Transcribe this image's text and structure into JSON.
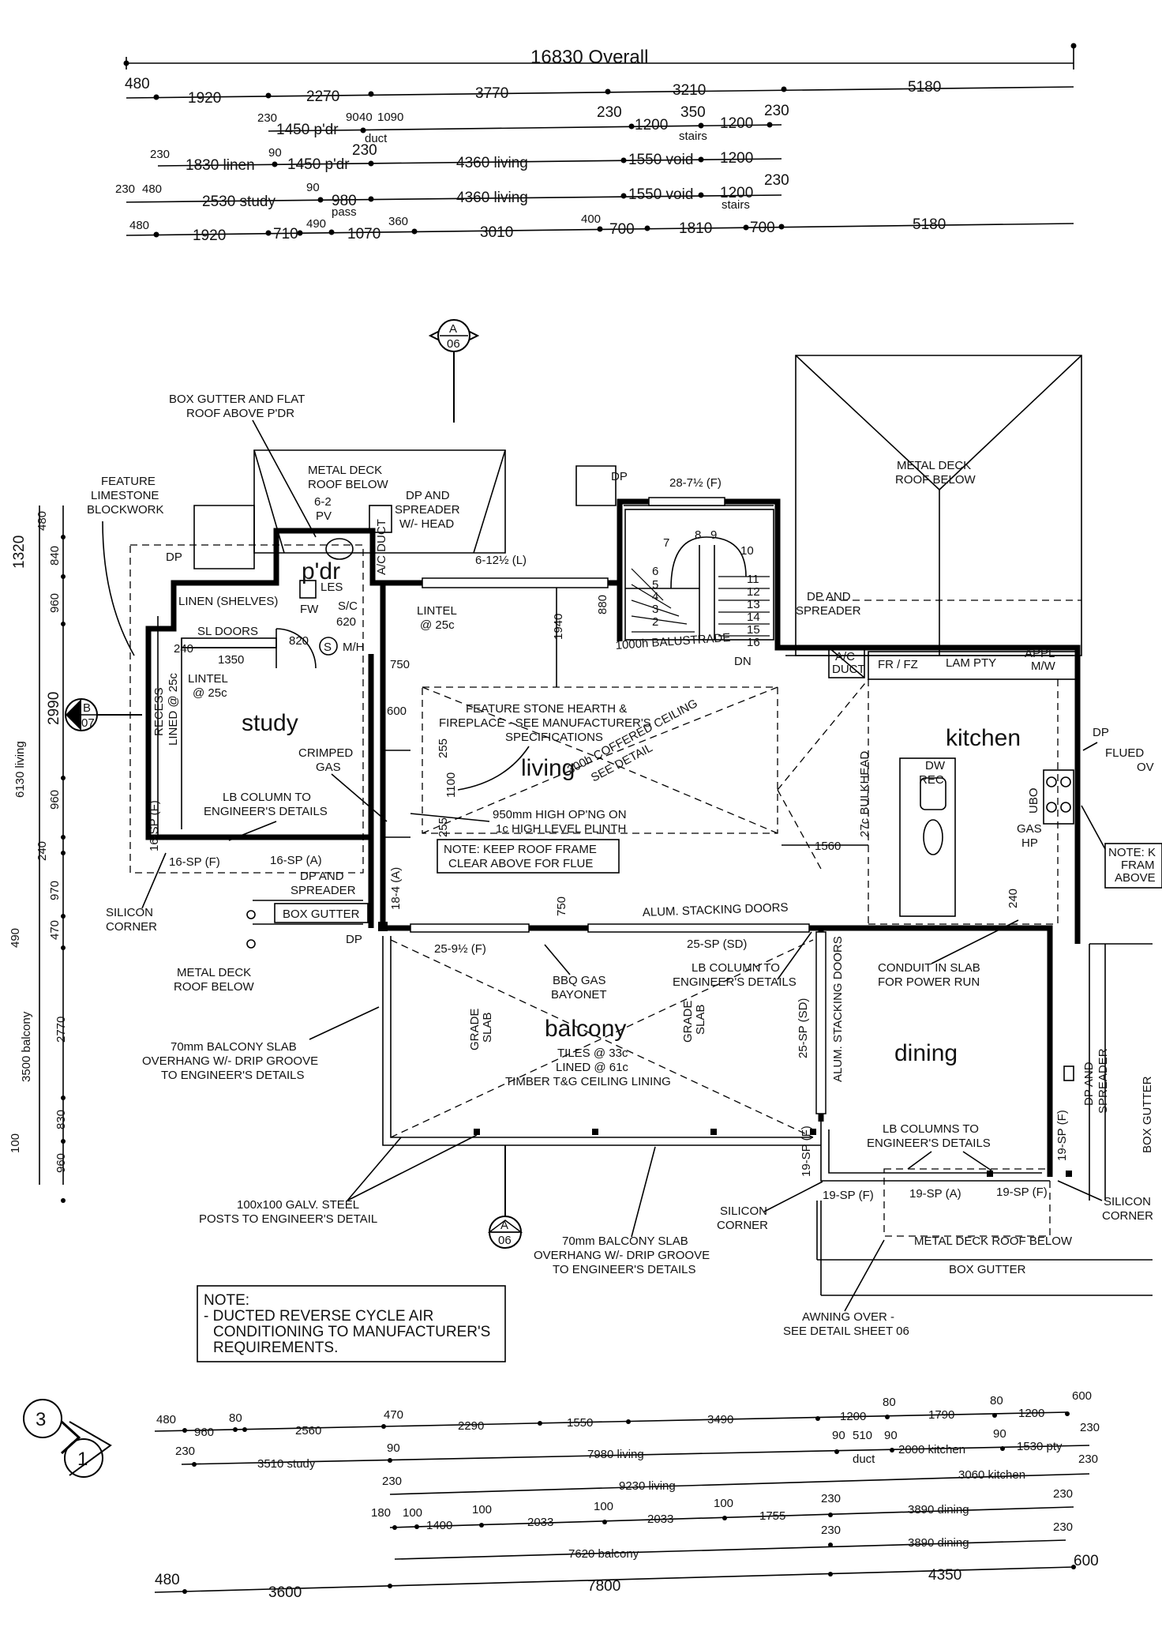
{
  "top_dims": {
    "overall": "16830 Overall",
    "row1": [
      "480",
      "1920",
      "2270",
      "3770",
      "3210",
      "5180"
    ],
    "row2": [
      "230",
      "1450 p'dr",
      "90",
      "40",
      "1090",
      "duct",
      "230",
      "1200",
      "350",
      "stairs",
      "1200",
      "230"
    ],
    "row3": [
      "230",
      "1830 linen",
      "90",
      "1450 p'dr",
      "230",
      "4360 living",
      "1550 void",
      "1200",
      "230"
    ],
    "row4": [
      "230",
      "480",
      "2530 study",
      "90",
      "980",
      "pass",
      "4360 living",
      "1550 void",
      "1200",
      "stairs",
      "230"
    ],
    "row5": [
      "480",
      "1920",
      "710",
      "490",
      "1070",
      "360",
      "3010",
      "400",
      "700",
      "1810",
      "700",
      "5180"
    ]
  },
  "left_dims": [
    "1320",
    "480",
    "840",
    "960",
    "2990",
    "6130 living",
    "960",
    "240",
    "970",
    "470",
    "490",
    "3500 balcony",
    "2770",
    "830",
    "100",
    "960"
  ],
  "rooms": {
    "study": "study",
    "pdr": "p'dr",
    "living": "living",
    "kitchen": "kitchen",
    "balcony": "balcony",
    "dining": "dining"
  },
  "markers": {
    "a06_top": {
      "letter": "A",
      "num": "06"
    },
    "a06_bottom": {
      "letter": "A",
      "num": "06"
    },
    "b07": {
      "letter": "B",
      "num": "07"
    },
    "north": {
      "a": "3",
      "b": "1"
    }
  },
  "notes": {
    "box_gutter_pdr": [
      "BOX GUTTER AND FLAT",
      "ROOF ABOVE P'DR"
    ],
    "feature_limestone": [
      "FEATURE",
      "LIMESTONE",
      "BLOCKWORK"
    ],
    "metal_deck_below_top": [
      "METAL DECK",
      "ROOF BELOW",
      "6-2",
      "PV"
    ],
    "dp_spreader_head": [
      "DP AND",
      "SPREADER",
      "W/- HEAD"
    ],
    "metal_deck_below_right": [
      "METAL DECK",
      "ROOF BELOW"
    ],
    "dp_spreader_right": [
      "DP AND",
      "SPREADER"
    ],
    "window_28": "28-7½ (F)",
    "window_6": "6-12½ (L)",
    "dp_top": "DP",
    "dp_left": "DP",
    "balustrade": "1000h BALUSTRADE",
    "dn": "DN",
    "stair_nums": [
      "2",
      "3",
      "4",
      "5",
      "6",
      "7",
      "8",
      "9",
      "10",
      "11",
      "12",
      "13",
      "14",
      "15",
      "16"
    ],
    "linen": "LINEN (SHELVES)",
    "fw": "FW",
    "sc": "S/C",
    "d620": "620",
    "les": "LES",
    "mh": "M/H",
    "ac_duct": "A/C DUCT",
    "sl_doors": "SL DOORS",
    "d240": "240",
    "d1350": "1350",
    "d820": "820",
    "lintel_25c_a": [
      "LINTEL",
      "@ 25c"
    ],
    "lintel_25c_b": [
      "LINTEL",
      "@ 25c"
    ],
    "recess": "RECESS",
    "lined": "LINED @ 25c",
    "d750": "750",
    "d1940": "1940",
    "d880": "880",
    "d600": "600",
    "crimped_gas": [
      "CRIMPED",
      "GAS"
    ],
    "lb_column": [
      "LB COLUMN TO",
      "ENGINEER'S DETAILS"
    ],
    "hearth": [
      "FEATURE STONE HEARTH &",
      "FIREPLACE - SEE MANUFACTURER'S",
      "SPECIFICATIONS"
    ],
    "coffered": [
      "300h COFFERED CEILING",
      "SEE DETAIL"
    ],
    "opng": [
      "950mm HIGH OP'NG ON",
      "1c HIGH LEVEL PLINTH"
    ],
    "keep_roof": [
      "NOTE: KEEP ROOF FRAME",
      "CLEAR ABOVE FOR FLUE"
    ],
    "d255a": "255",
    "d1100": "1100",
    "d255b": "255",
    "bulkhead": "27c BULKHEAD",
    "d1560": "1560",
    "frfz": "FR / FZ",
    "lampty": "LAM PTY",
    "appl": [
      "APPL",
      "M/W"
    ],
    "acduct2": [
      "A/C",
      "DUCT"
    ],
    "dwrec": [
      "DW",
      "REC"
    ],
    "ubo": "UBO",
    "gashp": [
      "GAS",
      "HP"
    ],
    "dp_right": "DP",
    "flued": [
      "FLUED",
      "OV"
    ],
    "note_frame": [
      "NOTE: K",
      "FRAM",
      "ABOVE"
    ],
    "d240b": "240",
    "sp16f_a": "16-SP (F)",
    "sp16f_b": "16-SP (F)",
    "sp16a": "16-SP (A)",
    "d184": "18-4 (A)",
    "dp_spreader_mid": [
      "DP AND",
      "SPREADER"
    ],
    "box_gutter_mid": "BOX GUTTER",
    "dp_mid": "DP",
    "silicon_left": [
      "SILICON",
      "CORNER"
    ],
    "metal_deck_left": [
      "METAL DECK",
      "ROOF BELOW"
    ],
    "w259": "25-9½ (F)",
    "d750b": "750",
    "alum_stack": "ALUM. STACKING DOORS",
    "sp25sd": "25-SP (SD)",
    "bbq": [
      "BBQ GAS",
      "BAYONET"
    ],
    "lb_column2": [
      "LB COLUMN TO",
      "ENGINEER'S DETAILS"
    ],
    "conduit": [
      "CONDUIT IN SLAB",
      "FOR POWER RUN"
    ],
    "grade_slab_a": [
      "GRADE",
      "SLAB"
    ],
    "grade_slab_b": [
      "GRADE",
      "SLAB"
    ],
    "tiles": [
      "TILES @ 33c",
      "LINED @ 61c",
      "TIMBER T&G CEILING LINING"
    ],
    "sp25sd_v": "25-SP (SD)",
    "alum_stack_v": "ALUM. STACKING DOORS",
    "balcony_slab": [
      "70mm BALCONY SLAB",
      "OVERHANG W/- DRIP GROOVE",
      "TO ENGINEER'S DETAILS"
    ],
    "dp_spreader_v": [
      "DP AND",
      "SPREADER"
    ],
    "box_gutter_v": "BOX GUTTER",
    "lb_columns": [
      "LB COLUMNS TO",
      "ENGINEER'S DETAILS"
    ],
    "sp19f_v": "19-SP (F)",
    "sp19f_v2": "19-SP (F)",
    "sp19f": "19-SP (F)",
    "sp19a": "19-SP (A)",
    "sp19f_b": "19-SP (F)",
    "silicon_right": [
      "SILICON",
      "CORNER"
    ],
    "silicon_mid": [
      "SILICON",
      "CORNER"
    ],
    "posts": [
      "100x100 GALV. STEEL",
      "POSTS TO ENGINEER'S DETAIL"
    ],
    "balcony_slab2": [
      "70mm BALCONY SLAB",
      "OVERHANG W/- DRIP GROOVE",
      "TO ENGINEER'S DETAILS"
    ],
    "metal_deck_bottom": "METAL DECK ROOF BELOW",
    "box_gutter_bottom": "BOX GUTTER",
    "awning": [
      "AWNING OVER -",
      "SEE DETAIL SHEET 06"
    ]
  },
  "note_box": [
    "NOTE:",
    "- DUCTED REVERSE CYCLE AIR",
    "CONDITIONING TO MANUFACTURER'S",
    "REQUIREMENTS."
  ],
  "bottom_dims": {
    "row1": [
      "480",
      "960",
      "80",
      "2560",
      "470",
      "2290",
      "1550",
      "3490",
      "1200",
      "80",
      "1790",
      "80",
      "1200",
      "600"
    ],
    "row2": [
      "230",
      "3510 study",
      "90",
      "7980 living",
      "90",
      "510",
      "90",
      "duct",
      "2000 kitchen",
      "90",
      "1530 pty",
      "230"
    ],
    "row3": [
      "230",
      "9230 living",
      "3060 kitchen",
      "230"
    ],
    "row4": [
      "180",
      "100",
      "1400",
      "100",
      "2033",
      "100",
      "2033",
      "100",
      "1755",
      "230",
      "3890 dining",
      "230"
    ],
    "row5": [
      "230",
      "7620 balcony",
      "3890 dining",
      "230"
    ],
    "row6": [
      "480",
      "3600",
      "7800",
      "4350",
      "600"
    ]
  }
}
